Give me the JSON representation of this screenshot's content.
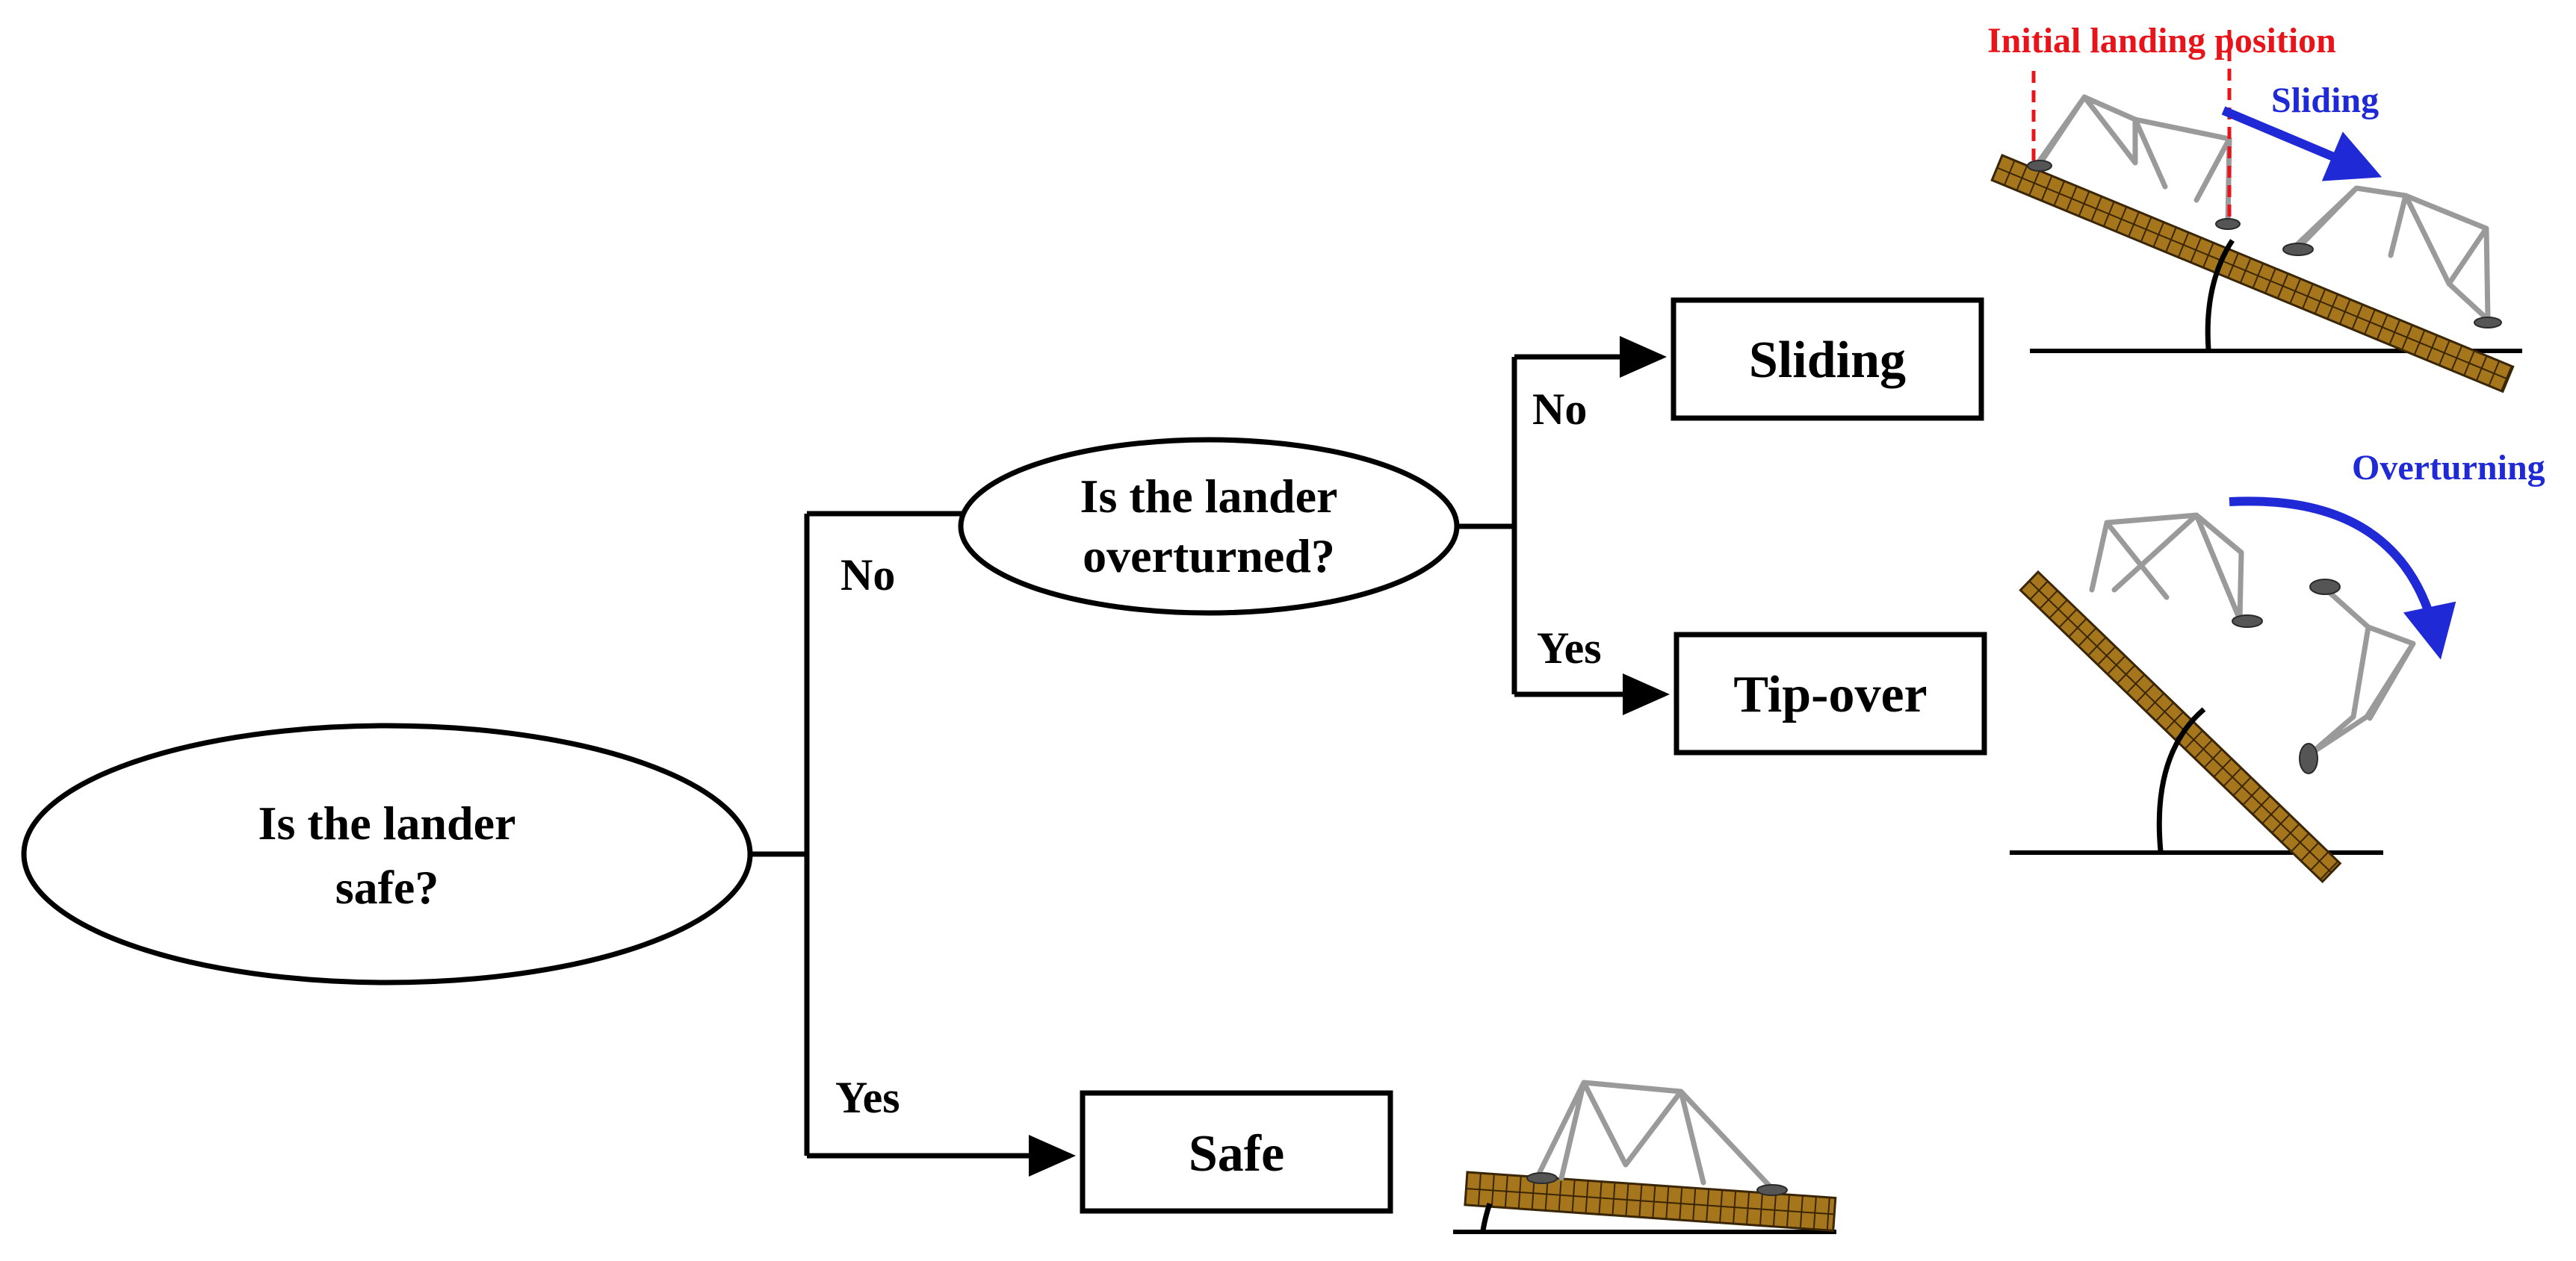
{
  "nodes": {
    "root_question": [
      "Is the lander",
      "safe?"
    ],
    "second_question": [
      "Is the lander",
      "overturned?"
    ]
  },
  "outcomes": {
    "sliding": "Sliding",
    "tip_over": "Tip-over",
    "safe": "Safe"
  },
  "edges": {
    "root_no": "No",
    "root_yes": "Yes",
    "second_no": "No",
    "second_yes": "Yes"
  },
  "annotations": {
    "initial_landing_position": "Initial landing position",
    "sliding_arrow": "Sliding",
    "overturning_arrow": "Overturning"
  },
  "colors": {
    "annotation_red": "#e8141a",
    "annotation_blue": "#1f2ad6",
    "board": "#a5761c",
    "lander_frame": "#9a9a9a"
  }
}
